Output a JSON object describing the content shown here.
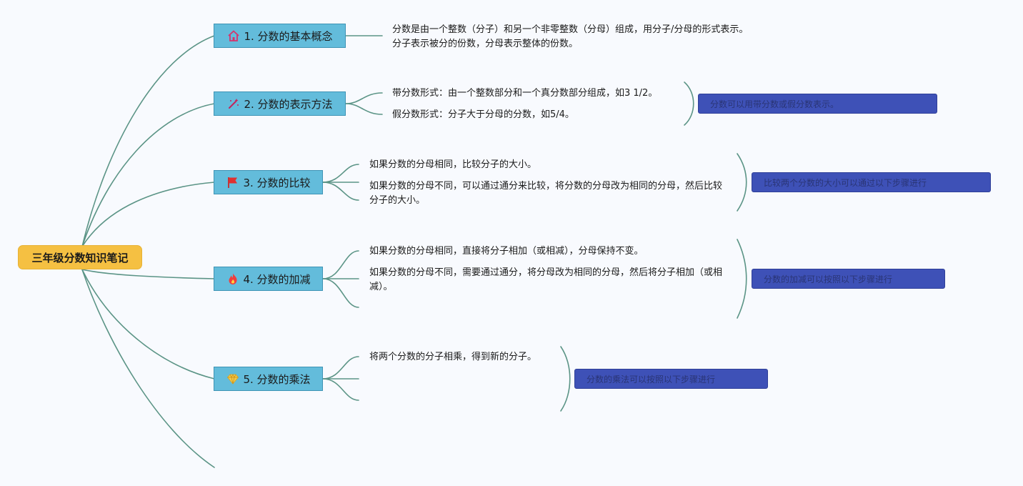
{
  "root": {
    "title": "三年级分数知识笔记"
  },
  "topics": [
    {
      "label": "1. 分数的基本概念",
      "icon": "house-icon",
      "icon_color": "#d6336c",
      "notes": [
        "分数是由一个整数（分子）和另一个非零整数（分母）组成，用分子/分母的形式表示。分子表示被分的份数，分母表示整体的份数。"
      ],
      "summary": ""
    },
    {
      "label": "2. 分数的表示方法",
      "icon": "magic-wand-icon",
      "icon_color": "#c2255c",
      "notes": [
        "带分数形式：由一个整数部分和一个真分数部分组成，如3 1/2。",
        "假分数形式：分子大于分母的分数，如5/4。"
      ],
      "summary": "分数可以用带分数或假分数表示。"
    },
    {
      "label": "3. 分数的比较",
      "icon": "flag-icon",
      "icon_color": "#e03131",
      "notes": [
        "如果分数的分母相同，比较分子的大小。",
        "如果分数的分母不同，可以通过通分来比较，将分数的分母改为相同的分母，然后比较分子的大小。"
      ],
      "summary": "比较两个分数的大小可以通过以下步骤进行"
    },
    {
      "label": "4. 分数的加减",
      "icon": "fire-icon",
      "icon_color": "#f03e3e",
      "notes": [
        "如果分数的分母相同，直接将分子相加（或相减），分母保持不变。",
        "如果分数的分母不同，需要通过通分，将分母改为相同的分母，然后将分子相加（或相减）。"
      ],
      "summary": "分数的加减可以按照以下步骤进行"
    },
    {
      "label": "5. 分数的乘法",
      "icon": "diamond-icon",
      "icon_color": "#f2c94c",
      "notes": [
        "将两个分数的分子相乘，得到新的分子。"
      ],
      "summary": "分数的乘法可以按照以下步骤进行"
    }
  ],
  "colors": {
    "connector": "#5b9486",
    "topic_fill": "#63bcdb",
    "root_fill": "#f5c042",
    "summary_fill": "#3e51b7"
  }
}
